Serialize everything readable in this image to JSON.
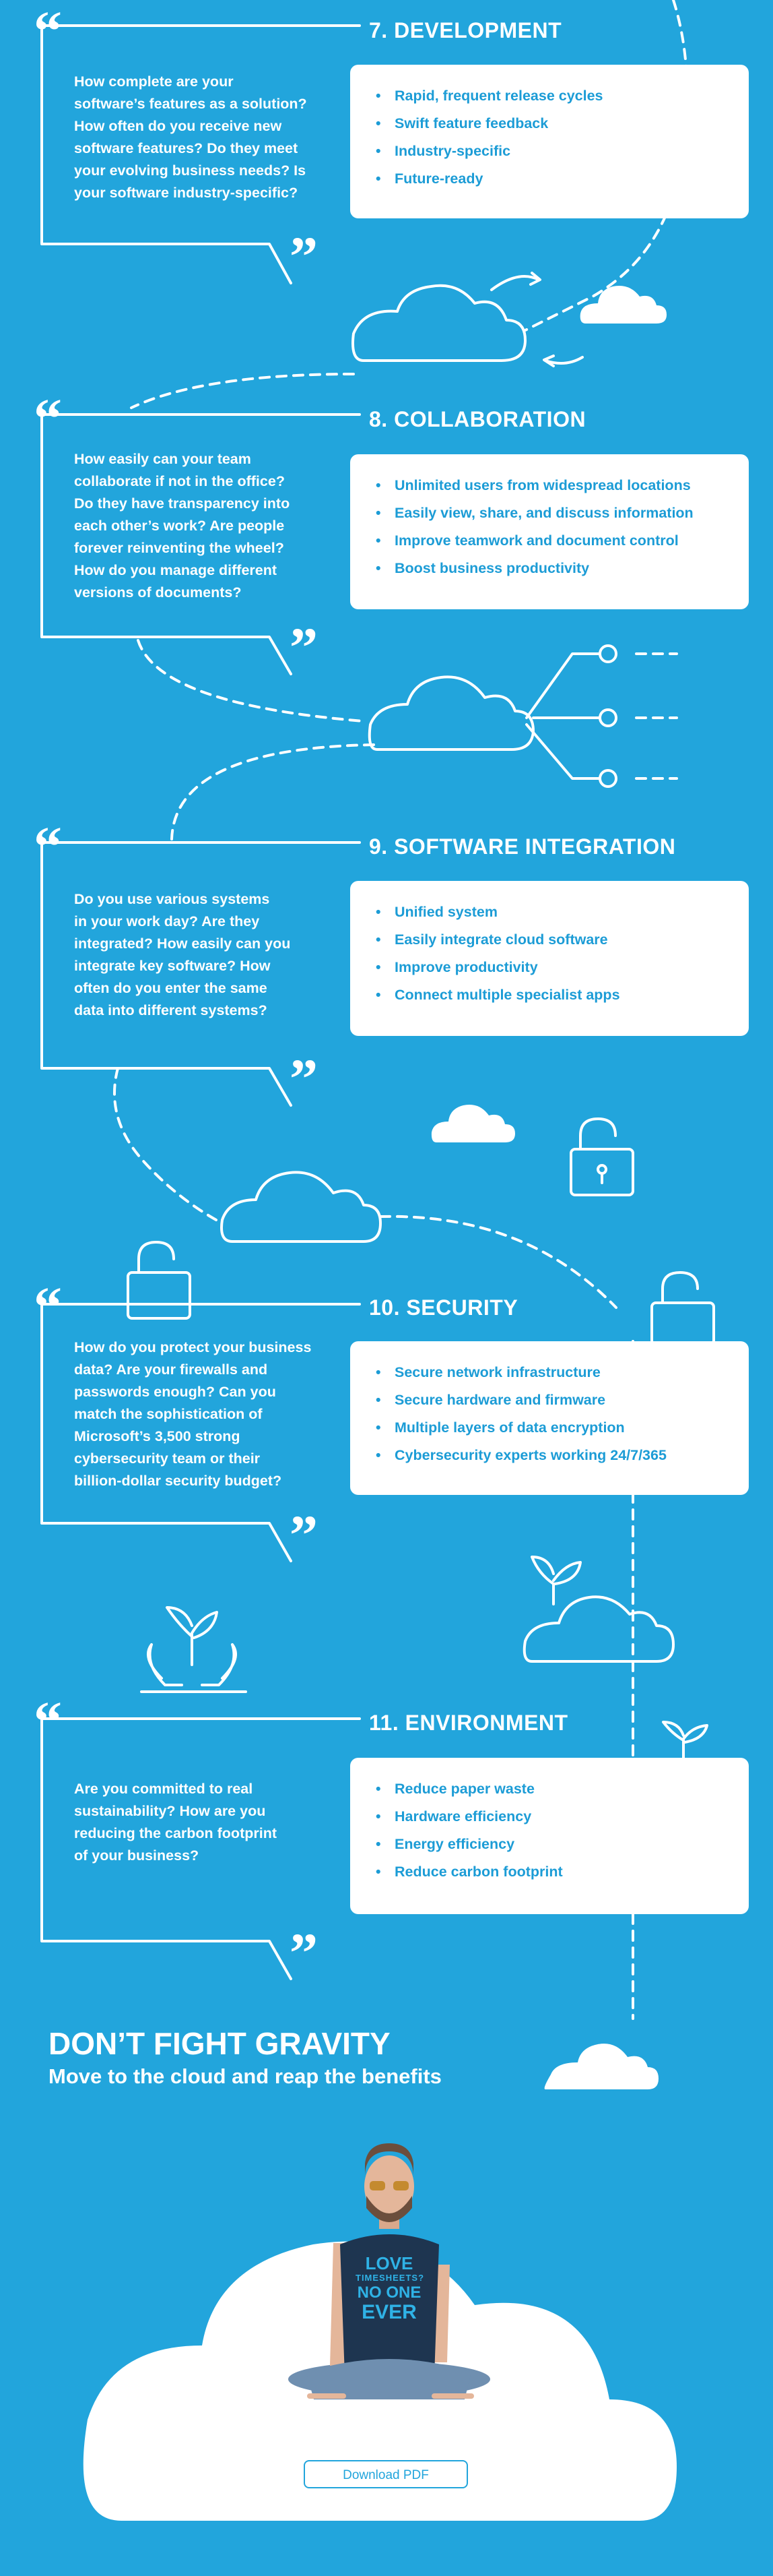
{
  "sections": [
    {
      "title": "7. DEVELOPMENT",
      "question": [
        "How complete are your",
        "software’s features as a solution?",
        "How often do you receive new",
        "software features? Do they meet",
        "your evolving business needs? Is",
        "your software industry-specific?"
      ],
      "benefits": [
        "Rapid, frequent release cycles",
        "Swift feature feedback",
        "Industry-specific",
        "Future-ready"
      ]
    },
    {
      "title": "8. COLLABORATION",
      "question": [
        "How easily can your team",
        "collaborate if not in the office?",
        "Do they have transparency into",
        "each other’s work? Are people",
        "forever reinventing the wheel?",
        "How do you manage different",
        "versions of documents?"
      ],
      "benefits": [
        "Unlimited users from widespread locations",
        "Easily view, share, and discuss information",
        "Improve teamwork and document control",
        "Boost business productivity"
      ]
    },
    {
      "title": "9. SOFTWARE INTEGRATION",
      "question": [
        "Do you use various systems",
        "in your work day? Are they",
        "integrated? How easily can you",
        "integrate key software? How",
        "often do you enter the same",
        "data into different systems?"
      ],
      "benefits": [
        "Unified system",
        "Easily integrate cloud software",
        "Improve productivity",
        "Connect multiple specialist apps"
      ]
    },
    {
      "title": "10. SECURITY",
      "question": [
        "How do you protect your business",
        "data? Are your firewalls and",
        "passwords enough? Can you",
        "match the sophistication of",
        "Microsoft’s 3,500 strong",
        "cybersecurity team or their",
        "billion-dollar security budget?"
      ],
      "benefits": [
        "Secure network infrastructure",
        "Secure hardware and firmware",
        "Multiple layers of data encryption",
        "Cybersecurity experts working 24/7/365"
      ]
    },
    {
      "title": "11. ENVIRONMENT",
      "question": [
        "Are you committed to real",
        "sustainability? How are you",
        "reducing the carbon footprint",
        "of your business?"
      ],
      "benefits": [
        "Reduce paper waste",
        "Hardware efficiency",
        "Energy efficiency",
        "Reduce carbon footprint"
      ]
    }
  ],
  "quote_open": "“",
  "quote_close": "”",
  "cta": {
    "title": "DON’T FIGHT GRAVITY",
    "subtitle": "Move to the cloud and reap the benefits",
    "download_label": "Download PDF"
  },
  "tshirt": [
    "LOVE",
    "TIMESHEETS?",
    "NO ONE",
    "EVER"
  ],
  "colors": {
    "background": "#22a5dc",
    "box": "#ffffff",
    "accent_text": "#1c9cd6",
    "shirt": "#1e3550"
  }
}
